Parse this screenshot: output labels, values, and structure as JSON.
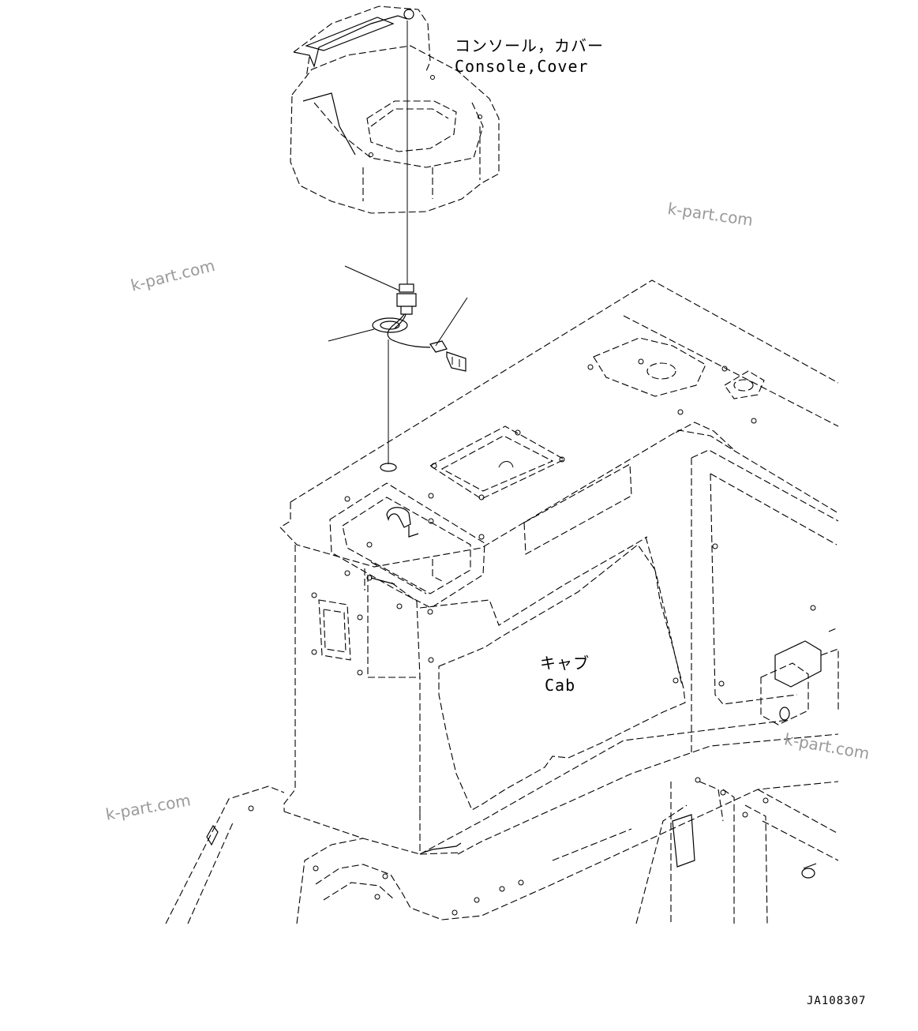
{
  "labels": {
    "console_jp": "コンソール，カバー",
    "console_en": "Console,Cover",
    "cab_jp": "キャブ",
    "cab_en": "Cab"
  },
  "watermarks": [
    "k-part.com",
    "k-part.com",
    "k-part.com",
    "k-part.com"
  ],
  "drawing_code": "JA108307"
}
